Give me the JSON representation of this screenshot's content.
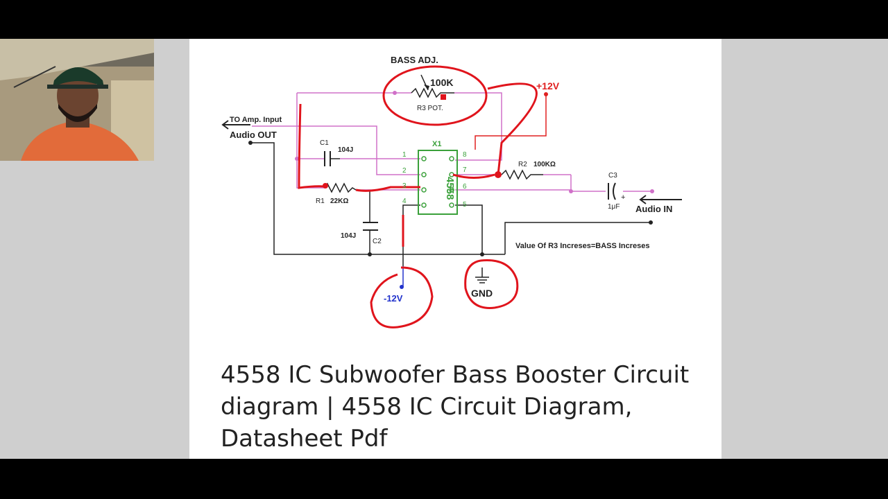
{
  "slide": {
    "caption_line1": "4558 IC Subwoofer Bass Booster Circuit",
    "caption_line2": "diagram | 4558 IC Circuit Diagram,",
    "caption_line3": "Datasheet Pdf"
  },
  "circuit": {
    "bass_adj": "BASS ADJ.",
    "pot_value": "100K",
    "pot_label": "R3 POT.",
    "plus_supply": "+12V",
    "to_amp": "TO Amp. Input",
    "audio_out": "Audio OUT",
    "c1_label": "C1",
    "c1_value": "104J",
    "ic_ref": "X1",
    "ic_name": "4558",
    "r2_label": "R2",
    "r2_value": "100KΩ",
    "c3_label": "C3",
    "c3_value": "1μF",
    "audio_in": "Audio IN",
    "r1_label": "R1",
    "r1_value": "22KΩ",
    "c2_value": "104J",
    "c2_label": "C2",
    "note": "Value Of R3 Increses=BASS Increses",
    "minus_supply": "-12V",
    "gnd": "GND",
    "pin1": "1",
    "pin2": "2",
    "pin3": "3",
    "pin4": "4",
    "pin5": "5",
    "pin6": "6",
    "pin7": "7",
    "pin8": "8",
    "plus_sign": "+"
  },
  "colors": {
    "annotation_red": "#e0141c",
    "wire_pink": "#d070c8",
    "wire_dark": "#222222",
    "ic_green": "#3aa03a",
    "supply_red": "#e02020",
    "minus_blue": "#2233cc"
  }
}
